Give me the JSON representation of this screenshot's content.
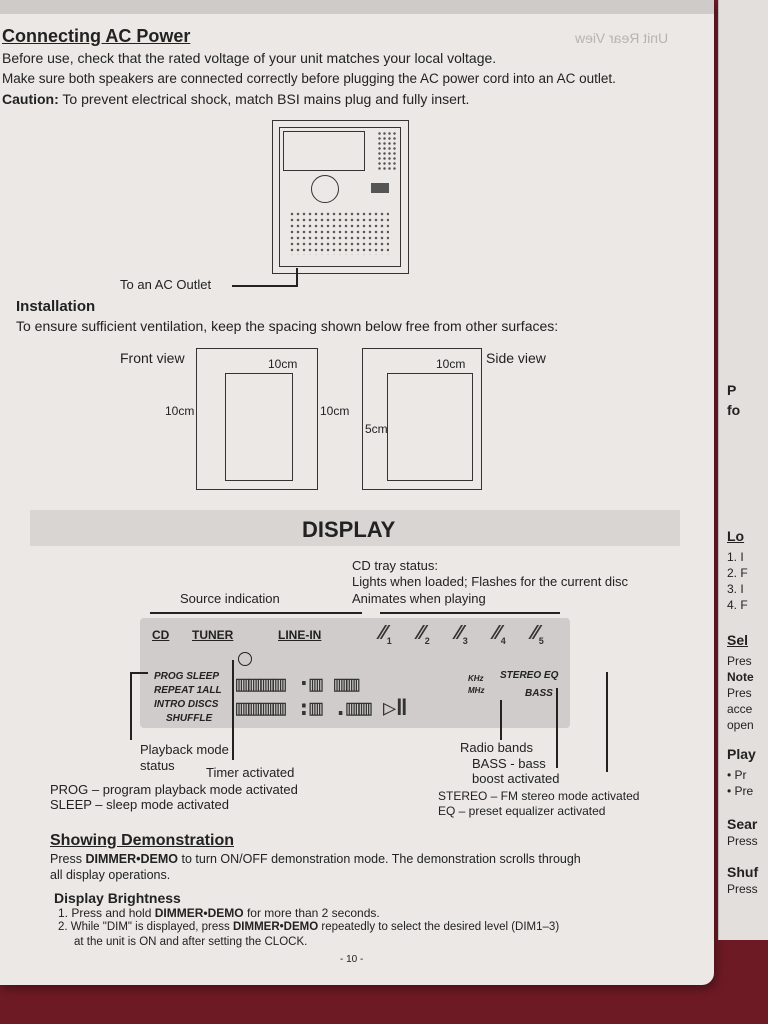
{
  "page": {
    "ghost_header": "Unit Rear View",
    "ac": {
      "heading": "Connecting AC Power",
      "line1": "Before use, check that the rated voltage of your unit matches your local voltage.",
      "line2": "Make sure both speakers are connected correctly before plugging the AC power cord into an AC outlet.",
      "caution_label": "Caution:",
      "caution_text": "To prevent electrical shock, match BSI mains plug and fully insert.",
      "outlet_label": "To an AC Outlet"
    },
    "install": {
      "heading": "Installation",
      "text": "To ensure sufficient ventilation, keep the spacing shown below free from other surfaces:",
      "front_view": "Front view",
      "side_view": "Side view",
      "front_top": "10cm",
      "front_left": "10cm",
      "front_right": "10cm",
      "side_top": "10cm",
      "side_left": "5cm"
    },
    "display": {
      "title": "DISPLAY",
      "cd_status_1": "CD tray status:",
      "cd_status_2": "Lights when loaded; Flashes for the current disc",
      "cd_status_3": "Animates when playing",
      "source_indication": "Source indication",
      "sources": [
        "CD",
        "TUNER",
        "LINE-IN"
      ],
      "cd_icons": [
        "1",
        "2",
        "3",
        "4",
        "5"
      ],
      "lcd_left_labels": [
        "PROG SLEEP",
        "REPEAT 1ALL",
        "INTRO DISCS",
        "SHUFFLE"
      ],
      "lcd_right_labels": [
        "STEREO EQ",
        "BASS",
        "KHz",
        "MHz"
      ],
      "playback_mode": "Playback mode",
      "status": "status",
      "timer": "Timer activated",
      "radio_bands": "Radio bands",
      "bass_1": "BASS - bass",
      "bass_2": "boost activated",
      "prog_desc": "PROG – program playback mode activated",
      "sleep_desc": "SLEEP – sleep mode activated",
      "stereo_desc": "STEREO – FM stereo mode activated",
      "eq_desc": "EQ – preset equalizer activated"
    },
    "demo": {
      "heading": "Showing Demonstration",
      "line1_pre": "Press",
      "line1_key": "DIMMER•DEMO",
      "line1_post": "to turn ON/OFF demonstration mode. The demonstration scrolls through",
      "line2": "all display operations."
    },
    "brightness": {
      "heading": "Display Brightness",
      "step1_pre": "1. Press and hold",
      "step1_key": "DIMMER•DEMO",
      "step1_post": "for more than 2 seconds.",
      "step2_pre": "2. While \"DIM\" is displayed, press",
      "step2_key": "DIMMER•DEMO",
      "step2_post": "repeatedly to select the desired level (DIM1–3)",
      "step3": "at the unit is ON and after setting the CLOCK."
    },
    "page_number": "- 10 -"
  },
  "right_page": {
    "items": [
      "P",
      "fo",
      "Lo",
      "1. I",
      "2. F",
      "3. I",
      "4. F",
      "Sel",
      "Pres",
      "Note",
      "Pres",
      "acce",
      "open",
      "Play",
      "• Pr",
      "• Pre",
      "Sear",
      "Press",
      "Shuf",
      "Press"
    ]
  }
}
